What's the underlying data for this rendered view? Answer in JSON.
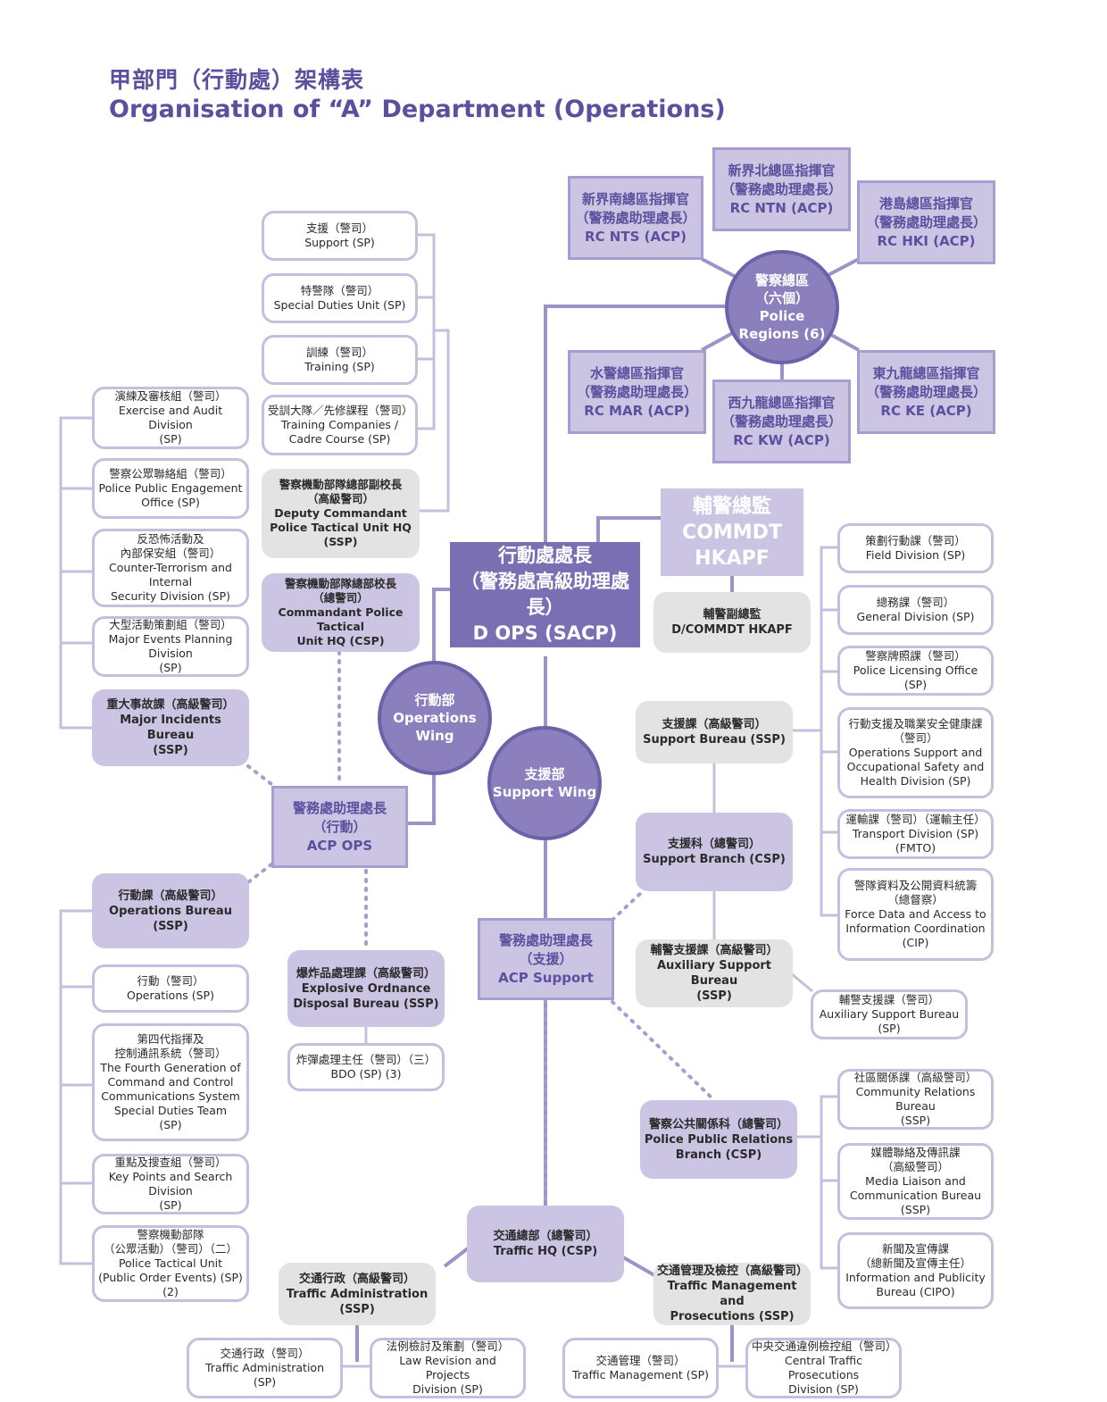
{
  "title": {
    "zh": "甲部門（行動處）架構表",
    "en": "Organisation of “A” Department (Operations)"
  },
  "colors": {
    "dark": "#7b6fb3",
    "medium": "#8b80bd",
    "light": "#cbc5e3",
    "grey": "#e3e3e3",
    "text_title": "#5b4f9e"
  },
  "nodes": {
    "dops": [
      "行動處處長",
      "（警務處高級助理處長）",
      "D OPS (SACP)"
    ],
    "commdt": [
      "輔警總監",
      "COMMDT",
      "HKAPF"
    ],
    "dcommdt": [
      "輔警副總監",
      "D/COMMDT HKAPF"
    ],
    "regions": [
      "警察總區",
      "（六個）",
      "Police",
      "Regions (6)"
    ],
    "rc_nts": [
      "新界南總區指揮官",
      "（警務處助理處長）",
      "RC NTS (ACP)"
    ],
    "rc_ntn": [
      "新界北總區指揮官",
      "（警務處助理處長）",
      "RC NTN (ACP)"
    ],
    "rc_hki": [
      "港島總區指揮官",
      "（警務處助理處長）",
      "RC HKI (ACP)"
    ],
    "rc_mar": [
      "水警總區指揮官",
      "（警務處助理處長）",
      "RC MAR (ACP)"
    ],
    "rc_kw": [
      "西九龍總區指揮官",
      "（警務處助理處長）",
      "RC KW (ACP)"
    ],
    "rc_ke": [
      "東九龍總區指揮官",
      "（警務處助理處長）",
      "RC KE (ACP)"
    ],
    "ops_wing": [
      "行動部",
      "Operations",
      "Wing"
    ],
    "support_wing": [
      "支援部",
      "Support Wing"
    ],
    "acp_ops": [
      "警務處助理處長",
      "（行動）",
      "ACP OPS"
    ],
    "acp_support": [
      "警務處助理處長",
      "（支援）",
      "ACP Support"
    ],
    "support_sp": [
      "支援（警司）",
      "Support (SP)"
    ],
    "sdu": [
      "特警隊（警司）",
      "Special Duties Unit (SP)"
    ],
    "training": [
      "訓練（警司）",
      "Training (SP)"
    ],
    "training_cos": [
      "受訓大隊／先修課程（警司）",
      "Training Companies /",
      "Cadre Course (SP)"
    ],
    "dep_cmdt_ptu": [
      "警察機動部隊總部副校長",
      "（高級警司）",
      "Deputy Commandant",
      "Police Tactical Unit HQ",
      "(SSP)"
    ],
    "cmdt_ptu": [
      "警察機動部隊總部校長",
      "（總警司）",
      "Commandant Police Tactical",
      "Unit HQ (CSP)"
    ],
    "exercise_audit": [
      "演練及審核組（警司）",
      "Exercise and Audit Division",
      "(SP)"
    ],
    "ppeo": [
      "警察公眾聯絡組（警司）",
      "Police Public Engagement",
      "Office (SP)"
    ],
    "ctisd": [
      "反恐怖活動及",
      "內部保安組（警司）",
      "Counter-Terrorism and Internal",
      "Security Division (SP)"
    ],
    "mepd": [
      "大型活動策劃組（警司）",
      "Major Events Planning Division",
      "(SP)"
    ],
    "mib": [
      "重大事故課（高級警司）",
      "Major Incidents Bureau",
      "(SSP)"
    ],
    "ops_bureau": [
      "行動課（高級警司）",
      "Operations Bureau (SSP)"
    ],
    "operations_sp": [
      "行動（警司）",
      "Operations (SP)"
    ],
    "fourth_gen": [
      "第四代指揮及",
      "控制通訊系統（警司）",
      "The Fourth Generation of",
      "Command and Control",
      "Communications System",
      "Special Duties Team",
      "(SP)"
    ],
    "key_points": [
      "重點及搜查組（警司）",
      "Key Points and Search Division",
      "(SP)"
    ],
    "ptu_public_order": [
      "警察機動部隊",
      "（公眾活動）（警司）（二）",
      "Police Tactical Unit",
      "(Public Order Events) (SP) (2)"
    ],
    "eodb": [
      "爆炸品處理課（高級警司）",
      "Explosive Ordnance",
      "Disposal Bureau (SSP)"
    ],
    "bdo": [
      "炸彈處理主任（警司）（三）",
      "BDO (SP) (3)"
    ],
    "support_bureau": [
      "支援課（高級警司）",
      "Support Bureau (SSP)"
    ],
    "support_branch": [
      "支援科（總警司）",
      "Support Branch (CSP)"
    ],
    "aux_support_ssp": [
      "輔警支援課（高級警司）",
      "Auxiliary Support Bureau",
      "(SSP)"
    ],
    "aux_support_sp": [
      "輔警支援課（警司）",
      "Auxiliary Support Bureau (SP)"
    ],
    "field_div": [
      "策劃行動課（警司）",
      "Field Division (SP)"
    ],
    "general_div": [
      "總務課（警司）",
      "General Division (SP)"
    ],
    "licensing": [
      "警察牌照課（警司）",
      "Police Licensing Office (SP)"
    ],
    "ops_safety": [
      "行動支援及職業安全健康課",
      "（警司）",
      "Operations Support and",
      "Occupational Safety and",
      "Health Division (SP)"
    ],
    "transport": [
      "運輸課（警司）（運輸主任）",
      "Transport Division (SP) (FMTO)"
    ],
    "force_data": [
      "警隊資料及公開資料統籌",
      "（總督察）",
      "Force Data and Access to",
      "Information Coordination",
      "(CIP)"
    ],
    "pprb": [
      "警察公共關係科（總警司）",
      "Police Public Relations",
      "Branch (CSP)"
    ],
    "crb": [
      "社區關係課（高級警司）",
      "Community Relations Bureau",
      "(SSP)"
    ],
    "media": [
      "媒體聯絡及傳訊課",
      "（高級警司）",
      "Media Liaison and",
      "Communication Bureau (SSP)"
    ],
    "info_pub": [
      "新聞及宣傳課",
      "（總新聞及宣傳主任）",
      "Information and Publicity",
      "Bureau (CIPO)"
    ],
    "traffic_hq": [
      "交通總部（總警司）",
      "Traffic HQ (CSP)"
    ],
    "traffic_admin_ssp": [
      "交通行政（高級警司）",
      "Traffic Administration (SSP)"
    ],
    "traffic_mgmt_ssp": [
      "交通管理及檢控（高級警司）",
      "Traffic Management and",
      "Prosecutions (SSP)"
    ],
    "traffic_admin_sp": [
      "交通行政（警司）",
      "Traffic Administration (SP)"
    ],
    "law_revision": [
      "法例檢討及策劃（警司）",
      "Law Revision and Projects",
      "Division (SP)"
    ],
    "traffic_mgmt_sp": [
      "交通管理（警司）",
      "Traffic Management (SP)"
    ],
    "ctpd": [
      "中央交通違例檢控組（警司）",
      "Central Traffic Prosecutions",
      "Division (SP)"
    ]
  }
}
